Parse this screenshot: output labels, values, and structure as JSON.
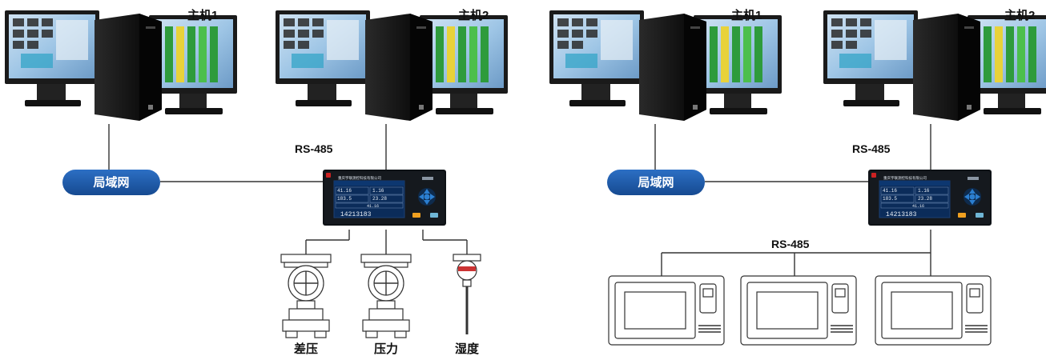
{
  "left": {
    "host1_label": "主机1",
    "host2_label": "主机2",
    "lan_label": "局域网",
    "bus_label": "RS-485",
    "sensors": [
      {
        "label": "差压"
      },
      {
        "label": "压力"
      },
      {
        "label": "湿度"
      }
    ],
    "device": {
      "brand": "重庆宇联测控科技有限公司",
      "readings": [
        "41.16",
        "1.16",
        "183.5",
        "23.28",
        "41.16"
      ],
      "total": "14213183"
    }
  },
  "right": {
    "host1_label": "主机1",
    "host2_label": "主机2",
    "lan_label": "局域网",
    "bus_label_top": "RS-485",
    "bus_label_bottom": "RS-485",
    "device": {
      "brand": "重庆宇联测控科技有限公司",
      "readings": [
        "41.16",
        "1.16",
        "183.5",
        "23.28",
        "41.16"
      ],
      "total": "14213183"
    },
    "slave_count": 3
  },
  "colors": {
    "lan_pill": "#1f5aa8",
    "device_body": "#101418",
    "device_screen": "#0b2c5a",
    "keypad": "#2b7fd1",
    "orange_key": "#f0a020",
    "sensor_accent": "#cc3333"
  }
}
